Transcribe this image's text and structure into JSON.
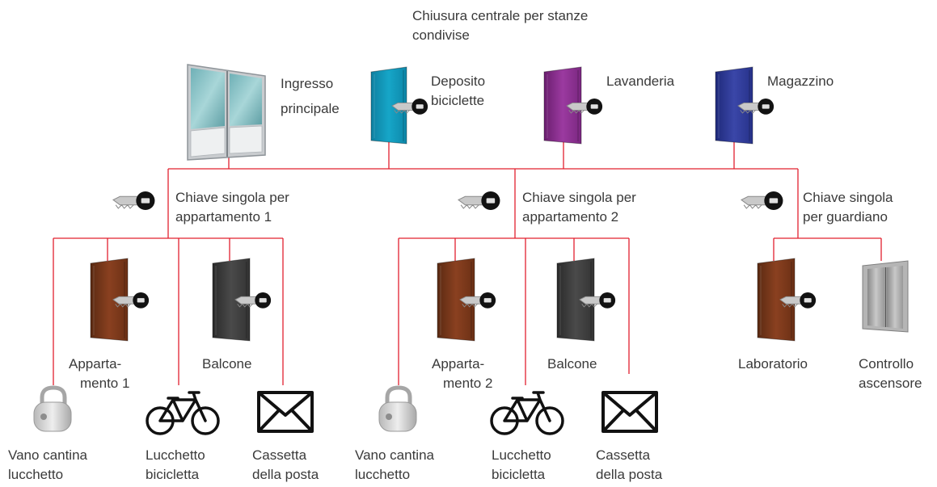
{
  "colors": {
    "line": "#e2202f",
    "text": "#3a3a3a"
  },
  "shared_rooms": {
    "caption": [
      "Chiusura centrale per stanze",
      "condivise"
    ],
    "main_entrance": [
      "Ingresso",
      "principale"
    ],
    "bike_storage": [
      "Deposito",
      "biciclette"
    ],
    "laundry": [
      "Lavanderia"
    ],
    "storage": [
      "Magazzino"
    ]
  },
  "apartment_1": {
    "key_caption": [
      "Chiave singola per",
      "appartamento 1"
    ],
    "door": [
      "Apparta-",
      "mento 1"
    ],
    "balcony": [
      "Balcone"
    ],
    "cellar": [
      "Vano cantina",
      "lucchetto"
    ],
    "bike_lock": [
      "Lucchetto",
      "bicicletta"
    ],
    "mailbox": [
      "Cassetta",
      "della posta"
    ]
  },
  "apartment_2": {
    "key_caption": [
      "Chiave singola per",
      "appartamento 2"
    ],
    "door": [
      "Apparta-",
      "mento 2"
    ],
    "balcony": [
      "Balcone"
    ],
    "cellar": [
      "Vano cantina",
      "lucchetto"
    ],
    "bike_lock": [
      "Lucchetto",
      "bicicletta"
    ],
    "mailbox": [
      "Cassetta",
      "della posta"
    ]
  },
  "caretaker": {
    "key_caption": [
      "Chiave singola",
      "per guardiano"
    ],
    "workshop": [
      "Laboratorio"
    ],
    "elevator": [
      "Controllo",
      "ascensore"
    ]
  },
  "icons": {
    "door": "door-icon",
    "key": "key-icon",
    "glass_door": "glass-door-icon",
    "elevator": "elevator-icon",
    "padlock": "padlock-icon",
    "bicycle": "bicycle-icon",
    "mailbox": "envelope-icon"
  }
}
